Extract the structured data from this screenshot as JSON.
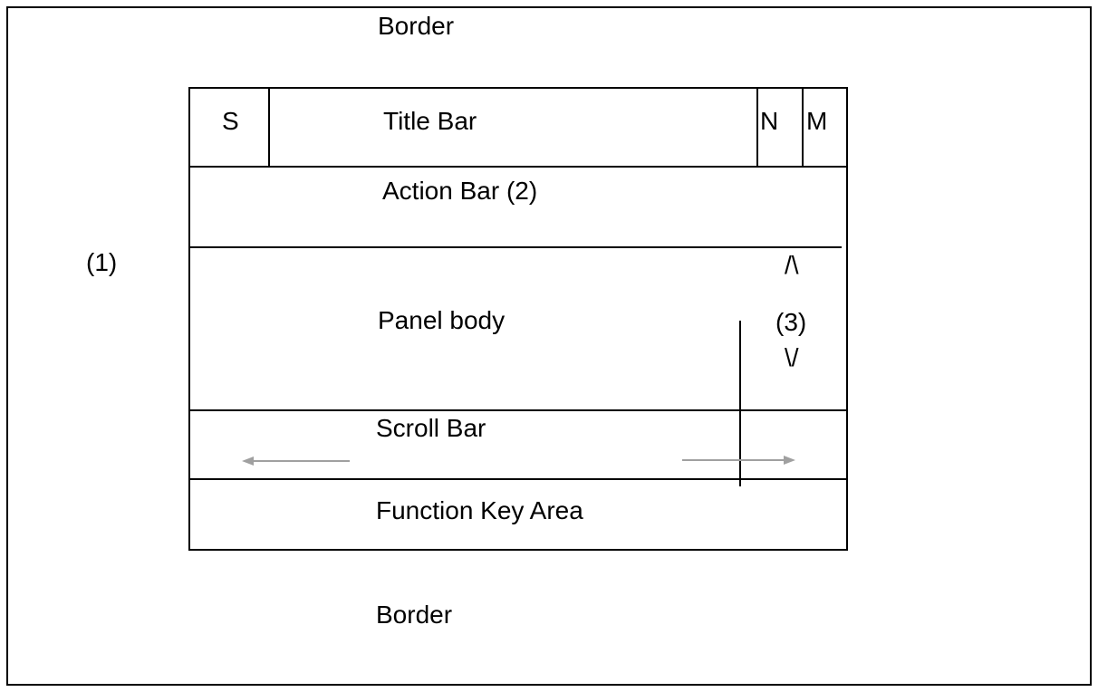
{
  "diagram": {
    "outer": {
      "top_label": "Border",
      "bottom_label": "Border",
      "ref_marker": "(1)"
    },
    "panel": {
      "title_bar": {
        "selector": "S",
        "label": "Title Bar",
        "n": "N",
        "m": "M"
      },
      "action_bar_label": "Action Bar (2)",
      "body_label": "Panel body",
      "scroll": {
        "bar_label": "Scroll Bar",
        "ref_marker": "(3)",
        "up_symbol": "/\\",
        "down_symbol": "\\/"
      },
      "function_key_label": "Function Key Area"
    },
    "colors": {
      "line": "#000000",
      "arrow": "#a0a0a0",
      "background": "#ffffff"
    }
  }
}
